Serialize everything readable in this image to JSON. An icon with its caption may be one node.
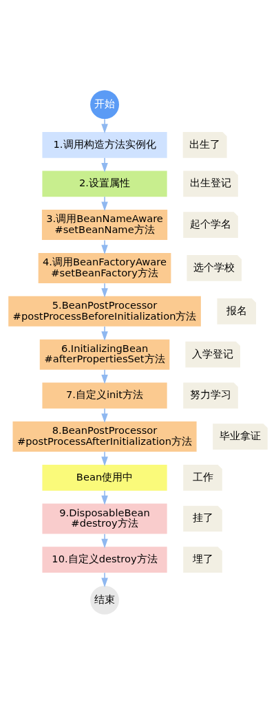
{
  "diagram": {
    "nodes": [
      {
        "text": [
          "开始"
        ]
      },
      {
        "text": [
          "1.调用构造方法实例化"
        ],
        "beside": [
          "出生了"
        ]
      },
      {
        "text": [
          "2.设置属性"
        ],
        "beside": [
          "出生登记"
        ]
      },
      {
        "text": [
          "3.调用BeanNameAware #setBeanName方法"
        ],
        "beside": [
          "起个学名"
        ]
      },
      {
        "text": [
          "4.调用BeanFactoryAware #setBeanFactory方法"
        ],
        "beside": [
          "选个学校"
        ]
      },
      {
        "text": [
          "5.BeanPostProcessor #postProcessBeforeInitialization方法"
        ],
        "beside": [
          "报名"
        ]
      },
      {
        "text": [
          "6.InitializingBean #afterPropertiesSet方法"
        ],
        "beside": [
          "入学登记"
        ]
      },
      {
        "text": [
          "7.自定义init方法"
        ],
        "beside": [
          "努力学习"
        ]
      },
      {
        "text": [
          "8.BeanPostProcessor #postProcessAfterInitialization方法"
        ],
        "beside": [
          "毕业拿证"
        ]
      },
      {
        "text": [
          "Bean使用中"
        ],
        "beside": [
          "工作"
        ]
      },
      {
        "text": [
          "9.DisposableBean #destroy方法"
        ],
        "beside": [
          "挂了"
        ]
      },
      {
        "text": [
          "10.自定义destroy方法"
        ],
        "beside": [
          "埋了"
        ]
      },
      {
        "text": [
          "结束"
        ]
      }
    ],
    "edges": [
      {
        "from": 0,
        "to": 1,
        "arrow": "to"
      },
      {
        "from": 1,
        "to": 2,
        "arrow": "to"
      },
      {
        "from": 2,
        "to": 3,
        "arrow": "to"
      },
      {
        "from": 3,
        "to": 4,
        "arrow": "to"
      },
      {
        "from": 4,
        "to": 5,
        "arrow": "to"
      },
      {
        "from": 5,
        "to": 6,
        "arrow": "to"
      },
      {
        "from": 6,
        "to": 7,
        "arrow": "to"
      },
      {
        "from": 7,
        "to": 8,
        "arrow": "to"
      },
      {
        "from": 8,
        "to": 9,
        "arrow": "to"
      },
      {
        "from": 9,
        "to": 10,
        "arrow": "to"
      },
      {
        "from": 10,
        "to": 11,
        "arrow": "to"
      },
      {
        "from": 11,
        "to": 12,
        "arrow": "to"
      }
    ]
  }
}
